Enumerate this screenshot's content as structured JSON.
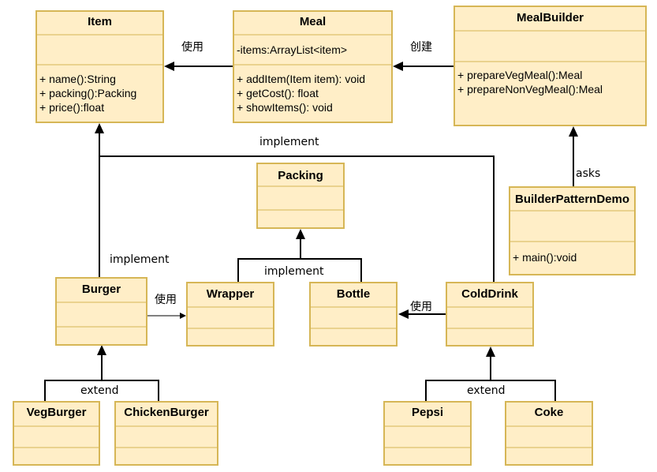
{
  "classes": {
    "item": {
      "name": "Item",
      "attributes": [],
      "methods": [
        "+ name():String",
        "+ packing():Packing",
        "+ price():float"
      ]
    },
    "meal": {
      "name": "Meal",
      "attributes": [
        "-items:ArrayList<item>"
      ],
      "methods": [
        "+ addItem(Item item): void",
        "+ getCost(): float",
        "+ showItems(): void"
      ]
    },
    "mealbuilder": {
      "name": "MealBuilder",
      "attributes": [],
      "methods": [
        "+ prepareVegMeal():Meal",
        "+ prepareNonVegMeal():Meal"
      ]
    },
    "packing": {
      "name": "Packing",
      "attributes": [],
      "methods": []
    },
    "builderdemo": {
      "name": "BuilderPatternDemo",
      "attributes": [],
      "methods": [
        "+ main():void"
      ]
    },
    "burger": {
      "name": "Burger",
      "attributes": [],
      "methods": []
    },
    "wrapper": {
      "name": "Wrapper",
      "attributes": [],
      "methods": []
    },
    "bottle": {
      "name": "Bottle",
      "attributes": [],
      "methods": []
    },
    "colddrink": {
      "name": "ColdDrink",
      "attributes": [],
      "methods": []
    },
    "vegburger": {
      "name": "VegBurger",
      "attributes": [],
      "methods": []
    },
    "chickenburger": {
      "name": "ChickenBurger",
      "attributes": [],
      "methods": []
    },
    "pepsi": {
      "name": "Pepsi",
      "attributes": [],
      "methods": []
    },
    "coke": {
      "name": "Coke",
      "attributes": [],
      "methods": []
    }
  },
  "connectors": {
    "meal_uses_item": "使用",
    "builder_creates_meal": "创建",
    "colddrink_implements_item": "implement",
    "demo_asks_builder": "asks",
    "burger_implements_item": "implement",
    "wrapper_bottle_implement_packing": "implement",
    "burger_uses_wrapper": "使用",
    "colddrink_uses_bottle": "使用",
    "burger_extend": "extend",
    "colddrink_extend": "extend"
  }
}
